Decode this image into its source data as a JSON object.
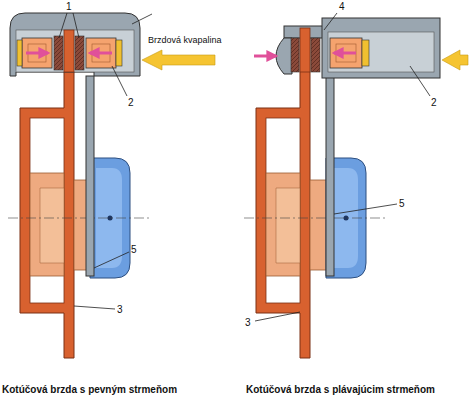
{
  "diagram": {
    "labels": [
      "1",
      "Brzdová kvapalina",
      "2",
      "5",
      "3",
      "4",
      "2",
      "5",
      "3",
      "Kotúčová brzda s pevným strmeňom",
      "Kotúčová brzda s plávajúcim strmeňom"
    ]
  }
}
